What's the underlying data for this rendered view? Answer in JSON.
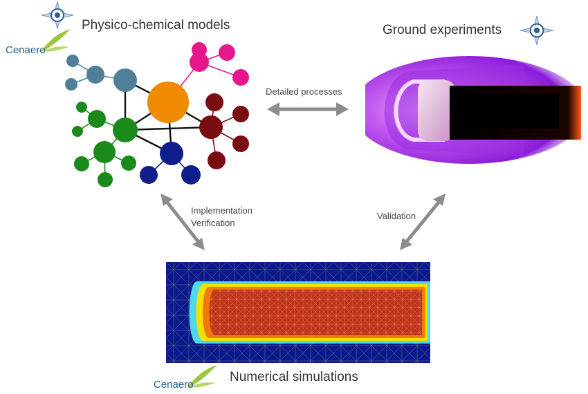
{
  "headings": {
    "physico": "Physico-chemical models",
    "ground": "Ground experiments",
    "numerical": "Numerical simulations"
  },
  "captions": {
    "detailed": "Detailed processes",
    "implementation": "Implementation",
    "verification": "Verification",
    "validation": "Validation"
  },
  "logos": {
    "cenaero_top": "Cenaero",
    "cenaero_bottom": "Cenaero"
  },
  "icons": {
    "emblem": "vki-compass-emblem-icon",
    "leaf": "cenaero-leaf-icon",
    "arrow": "double-headed-arrow-icon"
  },
  "colors": {
    "arrow": "#8c8c8c",
    "hub": "#f08a00",
    "radiation": "#4f7f99",
    "surface": "#e6168c",
    "kinetics": "#7a0d12",
    "thermo": "#1a8a1a",
    "transport": "#101e8c",
    "sim_background": "#0a1a8c",
    "sim_core": "#c0301a",
    "sim_edge": "#f4e000"
  }
}
